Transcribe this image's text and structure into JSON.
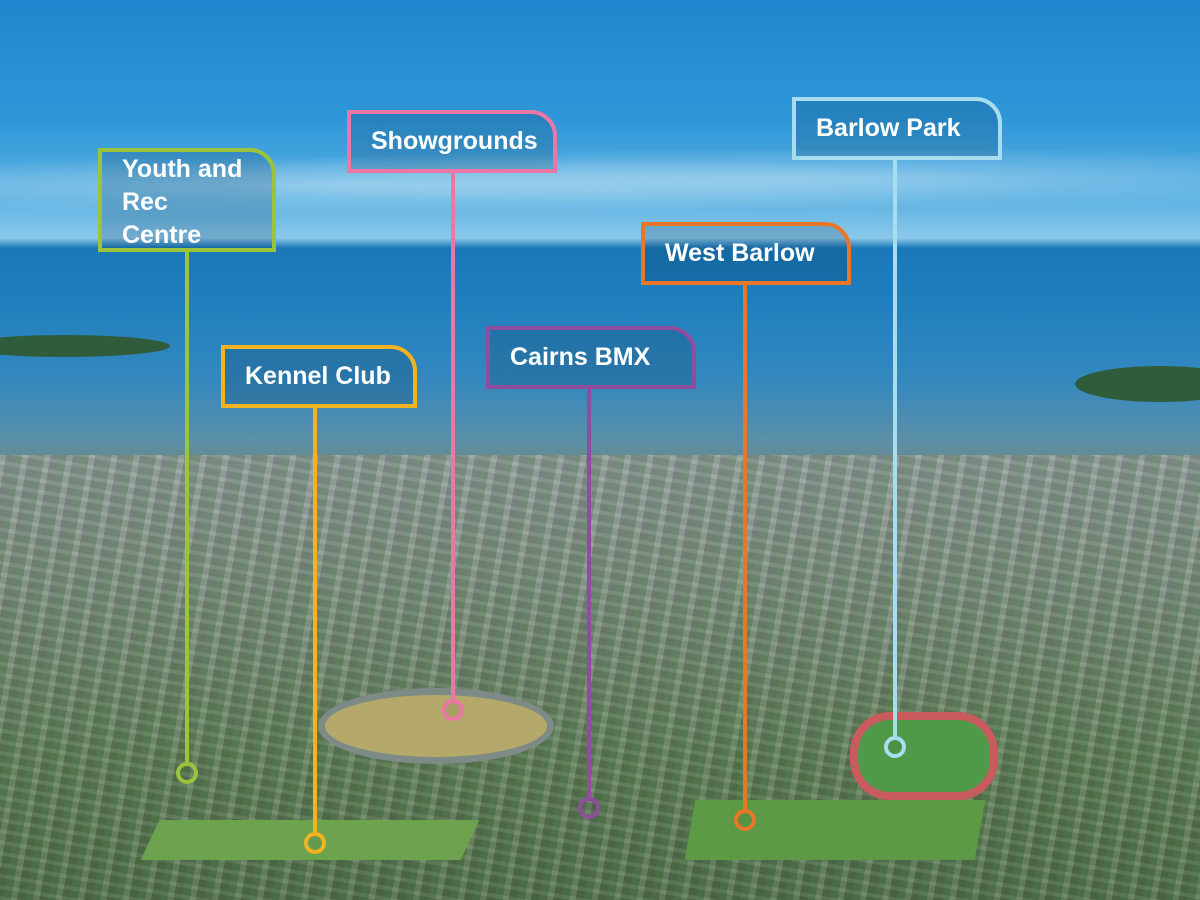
{
  "markers": [
    {
      "key": "youth",
      "label": "Youth and\nRec Centre",
      "color": "#9bc43c"
    },
    {
      "key": "kennel",
      "label": "Kennel Club",
      "color": "#f2b320"
    },
    {
      "key": "showgrounds",
      "label": "Showgrounds",
      "color": "#ea77a6"
    },
    {
      "key": "bmx",
      "label": "Cairns BMX",
      "color": "#8f4d9f"
    },
    {
      "key": "westbarlow",
      "label": "West Barlow",
      "color": "#e9772a"
    },
    {
      "key": "barlowpark",
      "label": "Barlow Park",
      "color": "#a8dcef"
    }
  ]
}
